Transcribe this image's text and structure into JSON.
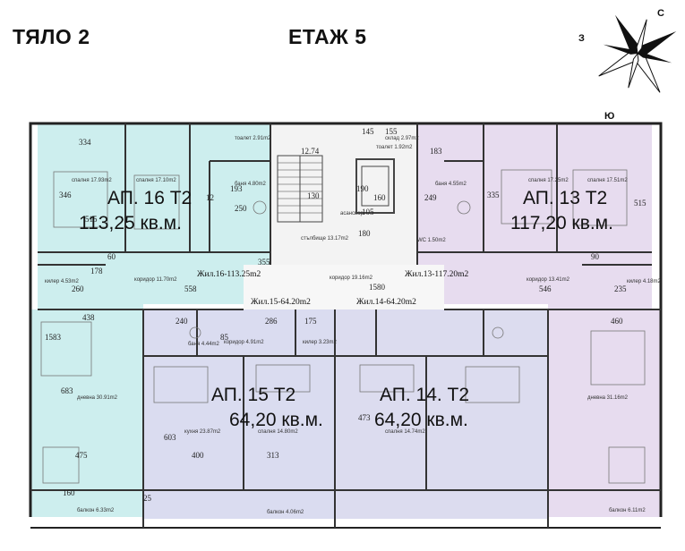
{
  "header": {
    "building": "ТЯЛО 2",
    "floor": "ЕТАЖ 5"
  },
  "compass": {
    "north": "С",
    "west": "З",
    "south": "Ю"
  },
  "colors": {
    "ap16": "#cdeeee",
    "ap13": "#e7dcef",
    "ap15": "#dadcf0",
    "ap14": "#dcdcef",
    "stair": "#f3f3f3",
    "wall": "#222222",
    "line": "#555555"
  },
  "apartments": [
    {
      "id": "ap16",
      "title": "АП. 16 Т2",
      "area": "113,25 кв.м."
    },
    {
      "id": "ap13",
      "title": "АП. 13 Т2",
      "area": "117,20 кв.м."
    },
    {
      "id": "ap15",
      "title": "АП. 15 Т2",
      "area": "64,20 кв.м."
    },
    {
      "id": "ap14",
      "title": "АП. 14. Т2",
      "area": "64,20 кв.м."
    }
  ],
  "corridor_labels": {
    "c16": "Жил.16-113.25m2",
    "c13": "Жил.13-117.20m2",
    "c15": "Жил.15-64.20m2",
    "c14": "Жил.14-64.20m2"
  },
  "dimensions": [
    "334",
    "346",
    "515",
    "558",
    "178",
    "260",
    "250",
    "193",
    "355",
    "438",
    "12.74",
    "130",
    "160",
    "190",
    "180",
    "1580",
    "1583",
    "683",
    "475",
    "400",
    "313",
    "240",
    "286",
    "175",
    "85",
    "160",
    "25",
    "603",
    "473",
    "335",
    "515",
    "546",
    "235",
    "460",
    "155",
    "183",
    "249",
    "12",
    "60",
    "90",
    "105",
    "145"
  ],
  "room_notes": [
    "спалня 17.93m2",
    "спалня 17.10m2",
    "баня 4.80m2",
    "тоалет 2.91m2",
    "коридор 11.70m2",
    "килер 4.53m2",
    "дневна 30.91m2",
    "балкон 6.33m2",
    "кухня 23.87m2",
    "спалня 14.80m2",
    "баня 4.44m2",
    "коридор 4.91m2",
    "килер 3.23m2",
    "балкон 4.06m2",
    "спалня 17.25m2",
    "спалня 17.51m2",
    "баня 4.55m2",
    "WC 1.50m2",
    "коридор 13.41m2",
    "килер 4.18m2",
    "дневна 31.16m2",
    "балкон 6.11m2",
    "спалня 14.74m2",
    "асансьор",
    "стълбище 13.17m2",
    "коридор 19.16m2",
    "тоалет 1.92m2",
    "склад 2.97m2"
  ]
}
